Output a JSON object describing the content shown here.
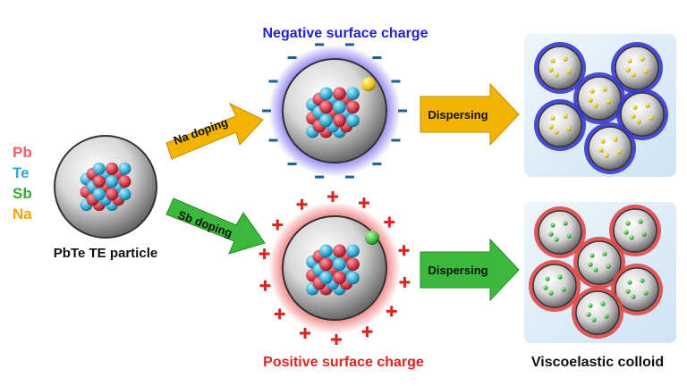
{
  "legend": {
    "items": [
      {
        "label": "Pb",
        "color": "#e8606a"
      },
      {
        "label": "Te",
        "color": "#2ea8d8"
      },
      {
        "label": "Sb",
        "color": "#3aa63a"
      },
      {
        "label": "Na",
        "color": "#f0a500"
      }
    ]
  },
  "labels": {
    "source_particle": "PbTe TE particle",
    "negative_charge": "Negative surface charge",
    "positive_charge": "Positive surface charge",
    "na_doping": "Na doping",
    "sb_doping": "Sb doping",
    "dispersing_top": "Dispersing",
    "dispersing_bottom": "Dispersing",
    "result": "Viscoelastic colloid"
  },
  "colors": {
    "negative": "#2222cc",
    "positive": "#dd2222",
    "na_arrow": "#f2b400",
    "sb_arrow": "#3cb83c",
    "atom_pb": "#d94050",
    "atom_te": "#3cb4dc",
    "dopant_na": "#f4d020",
    "dopant_sb": "#3fbf3f",
    "panel_bg": "#dcecf8"
  },
  "symbols": {
    "minus": "−",
    "plus": "+"
  }
}
